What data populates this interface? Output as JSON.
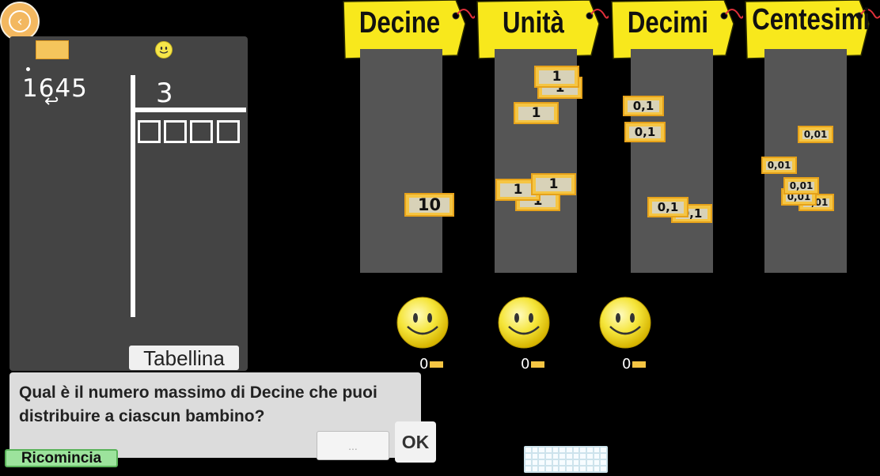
{
  "division": {
    "dividend": "1645",
    "divisor": "3",
    "quotient_boxes": 4,
    "tabellina_label": "Tabellina"
  },
  "question": {
    "text": "Qual è il numero massimo di Decine che puoi distribuire a ciascun bambino?",
    "input_placeholder": "...",
    "ok_label": "OK"
  },
  "restart_label": "Ricomincia",
  "columns": [
    {
      "label": "Decine"
    },
    {
      "label": "Unità"
    },
    {
      "label": "Decimi"
    },
    {
      "label": "Centesimi"
    }
  ],
  "notes": {
    "decine": [
      "10"
    ],
    "unita": [
      "1",
      "1",
      "1",
      "1",
      "1",
      "1"
    ],
    "decimi": [
      "0,1",
      "0,1",
      "0,1",
      "0,1"
    ],
    "centesimi": [
      "0,01",
      "0,01",
      "0,01",
      "0,01",
      "0,01"
    ]
  },
  "children": [
    {
      "count": "0"
    },
    {
      "count": "0"
    },
    {
      "count": "0"
    }
  ],
  "colors": {
    "tag_yellow": "#f8e81c",
    "note_gold": "#f5c543",
    "column_gray": "#555555",
    "panel_gray": "#444444"
  }
}
